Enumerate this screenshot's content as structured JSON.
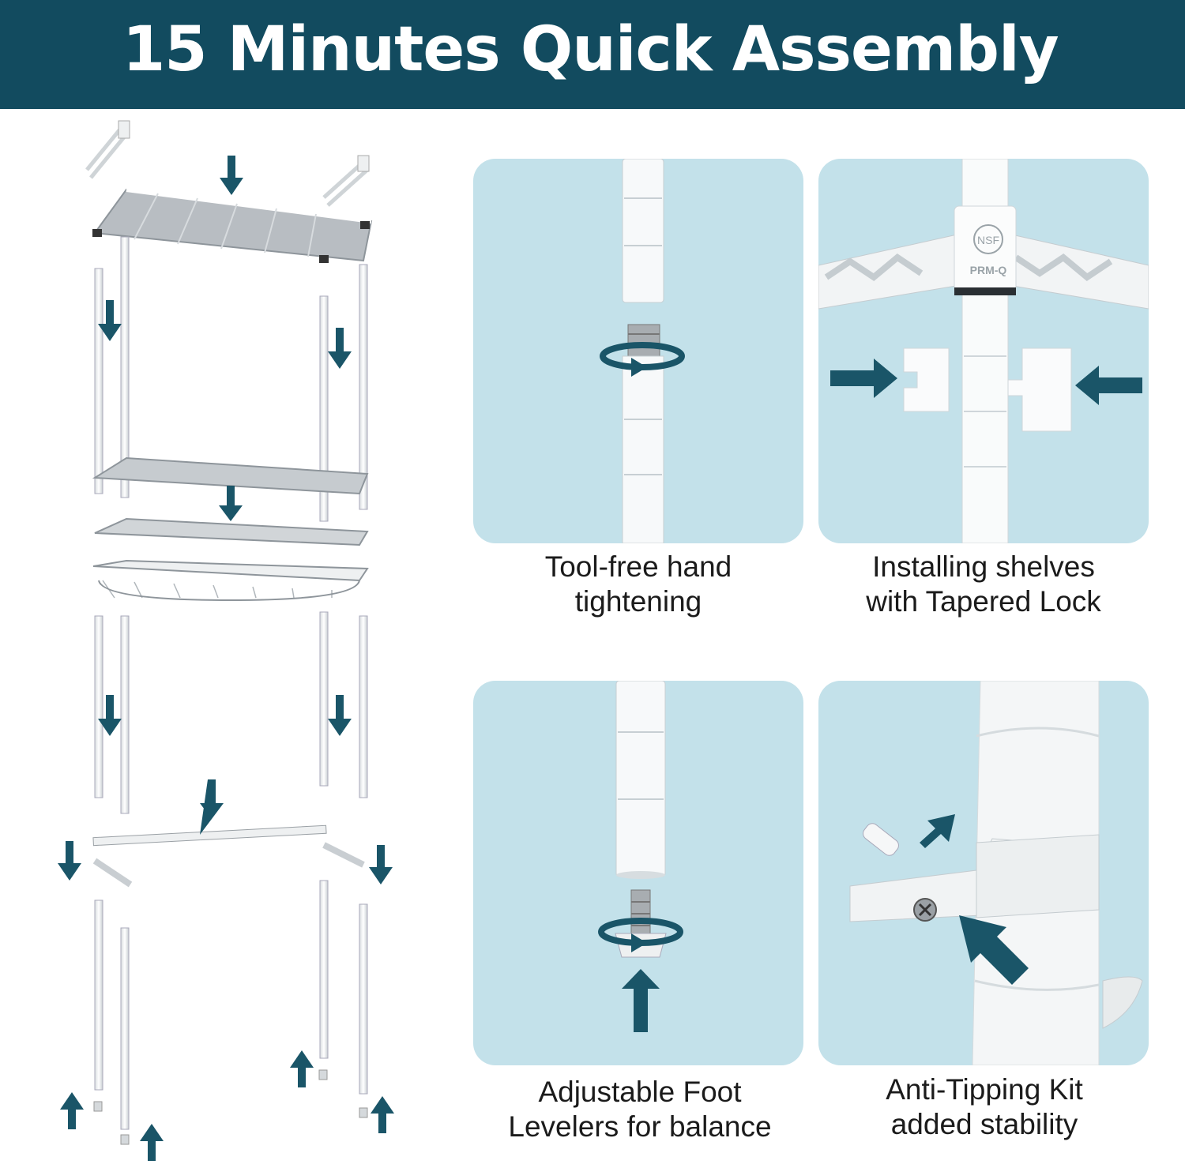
{
  "header": {
    "title": "15 Minutes Quick Assembly",
    "background": "#124b5f"
  },
  "colors": {
    "panel_bg": "#c3e1ea",
    "arrow": "#1a5568",
    "part": "#f4f6f7"
  },
  "features": [
    {
      "caption_line1": "Tool-free hand",
      "caption_line2": "tightening",
      "icon": "rotate-arrow-icon"
    },
    {
      "caption_line1": "Installing shelves",
      "caption_line2": "with Tapered Lock",
      "icon": "push-arrow-icon",
      "post_label": "PRM-Q",
      "badge": "NSF"
    },
    {
      "caption_line1": "Adjustable Foot",
      "caption_line2": "Levelers for balance",
      "icon": "rotate-arrow-icon"
    },
    {
      "caption_line1": "Anti-Tipping Kit",
      "caption_line2": "added stability",
      "icon": "push-arrow-icon"
    }
  ]
}
